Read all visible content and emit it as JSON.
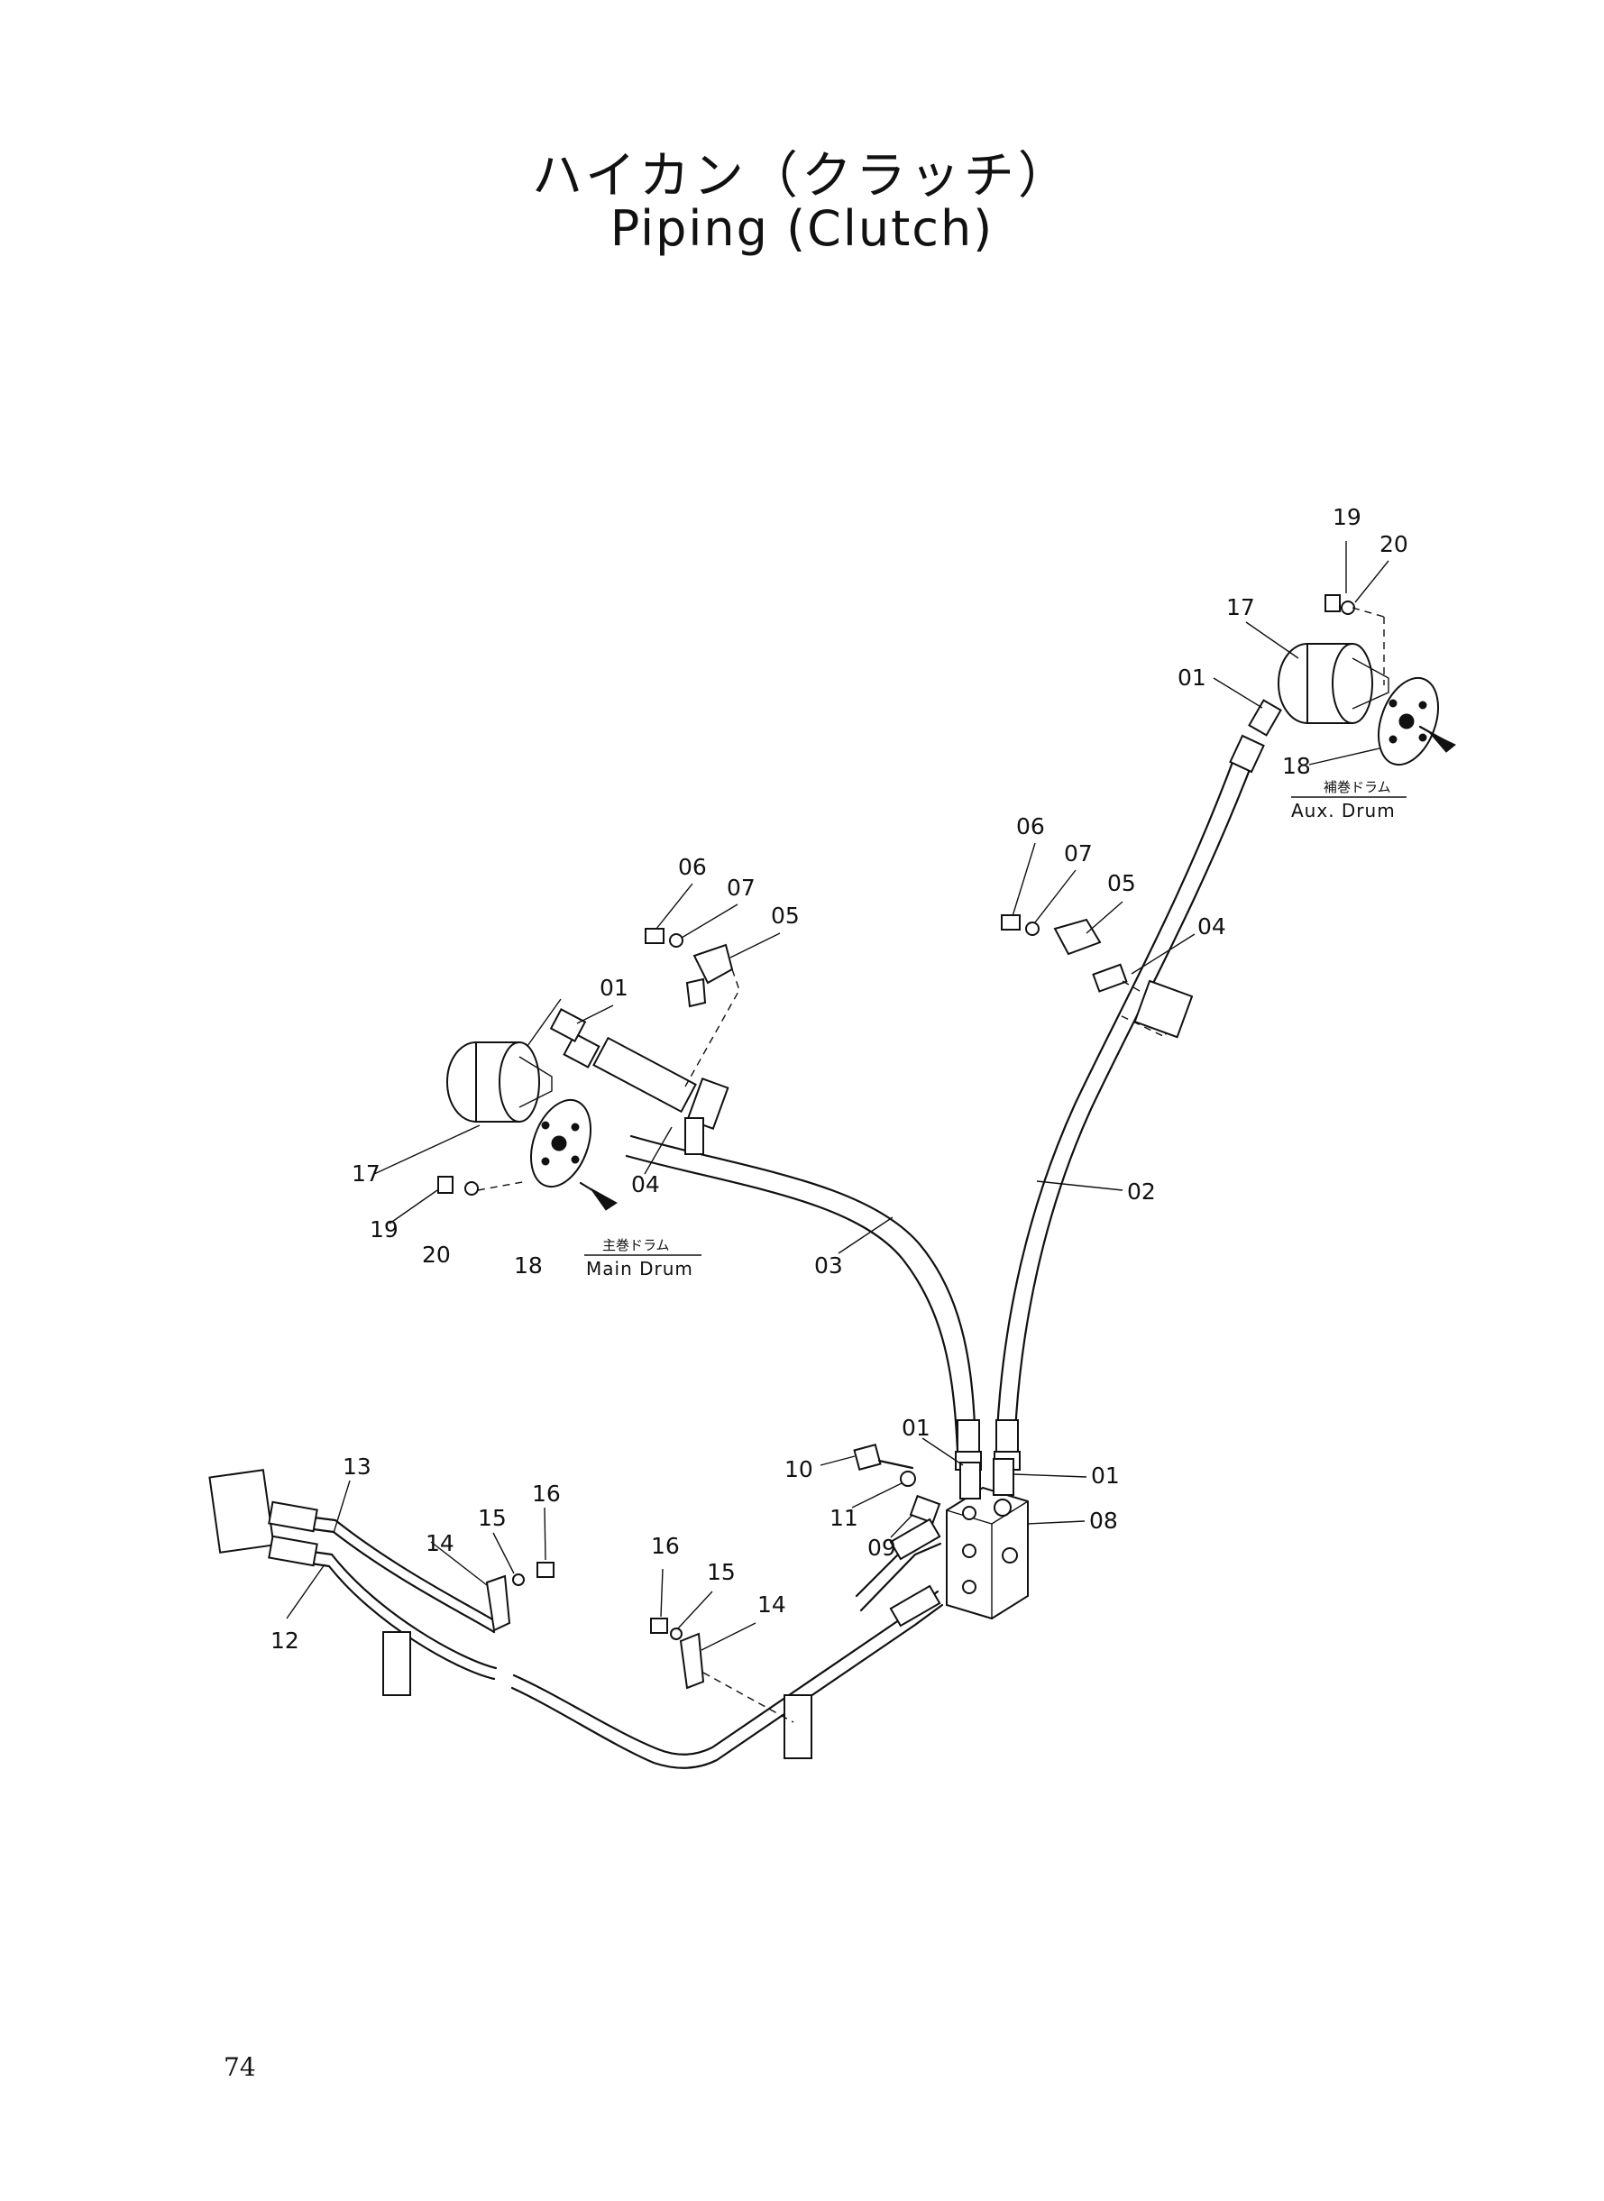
{
  "header": {
    "title_ja": "ハイカン（クラッチ）",
    "title_en": "Piping (Clutch)"
  },
  "drum_labels": {
    "main_ja": "主巻ドラム",
    "main_en": "Main Drum",
    "aux_ja": "補巻ドラム",
    "aux_en": "Aux. Drum"
  },
  "callouts": {
    "c19_top": "19",
    "c20_top": "20",
    "c17_top": "17",
    "c01_top": "01",
    "c18_top": "18",
    "c06_right": "06",
    "c07_right": "07",
    "c05_right": "05",
    "c04_right": "04",
    "c06_left": "06",
    "c07_left": "07",
    "c05_left": "05",
    "c01_left": "01",
    "c17_left": "17",
    "c04_left": "04",
    "c19_left": "19",
    "c20_left": "20",
    "c18_left": "18",
    "c03": "03",
    "c02": "02",
    "c01_valve_a": "01",
    "c01_valve_b": "01",
    "c10": "10",
    "c11": "11",
    "c09": "09",
    "c08": "08",
    "c13": "13",
    "c16_left": "16",
    "c15_left": "15",
    "c14_left": "14",
    "c12": "12",
    "c16_mid": "16",
    "c15_mid": "15",
    "c14_mid": "14"
  },
  "footer": {
    "page_number": "74"
  }
}
